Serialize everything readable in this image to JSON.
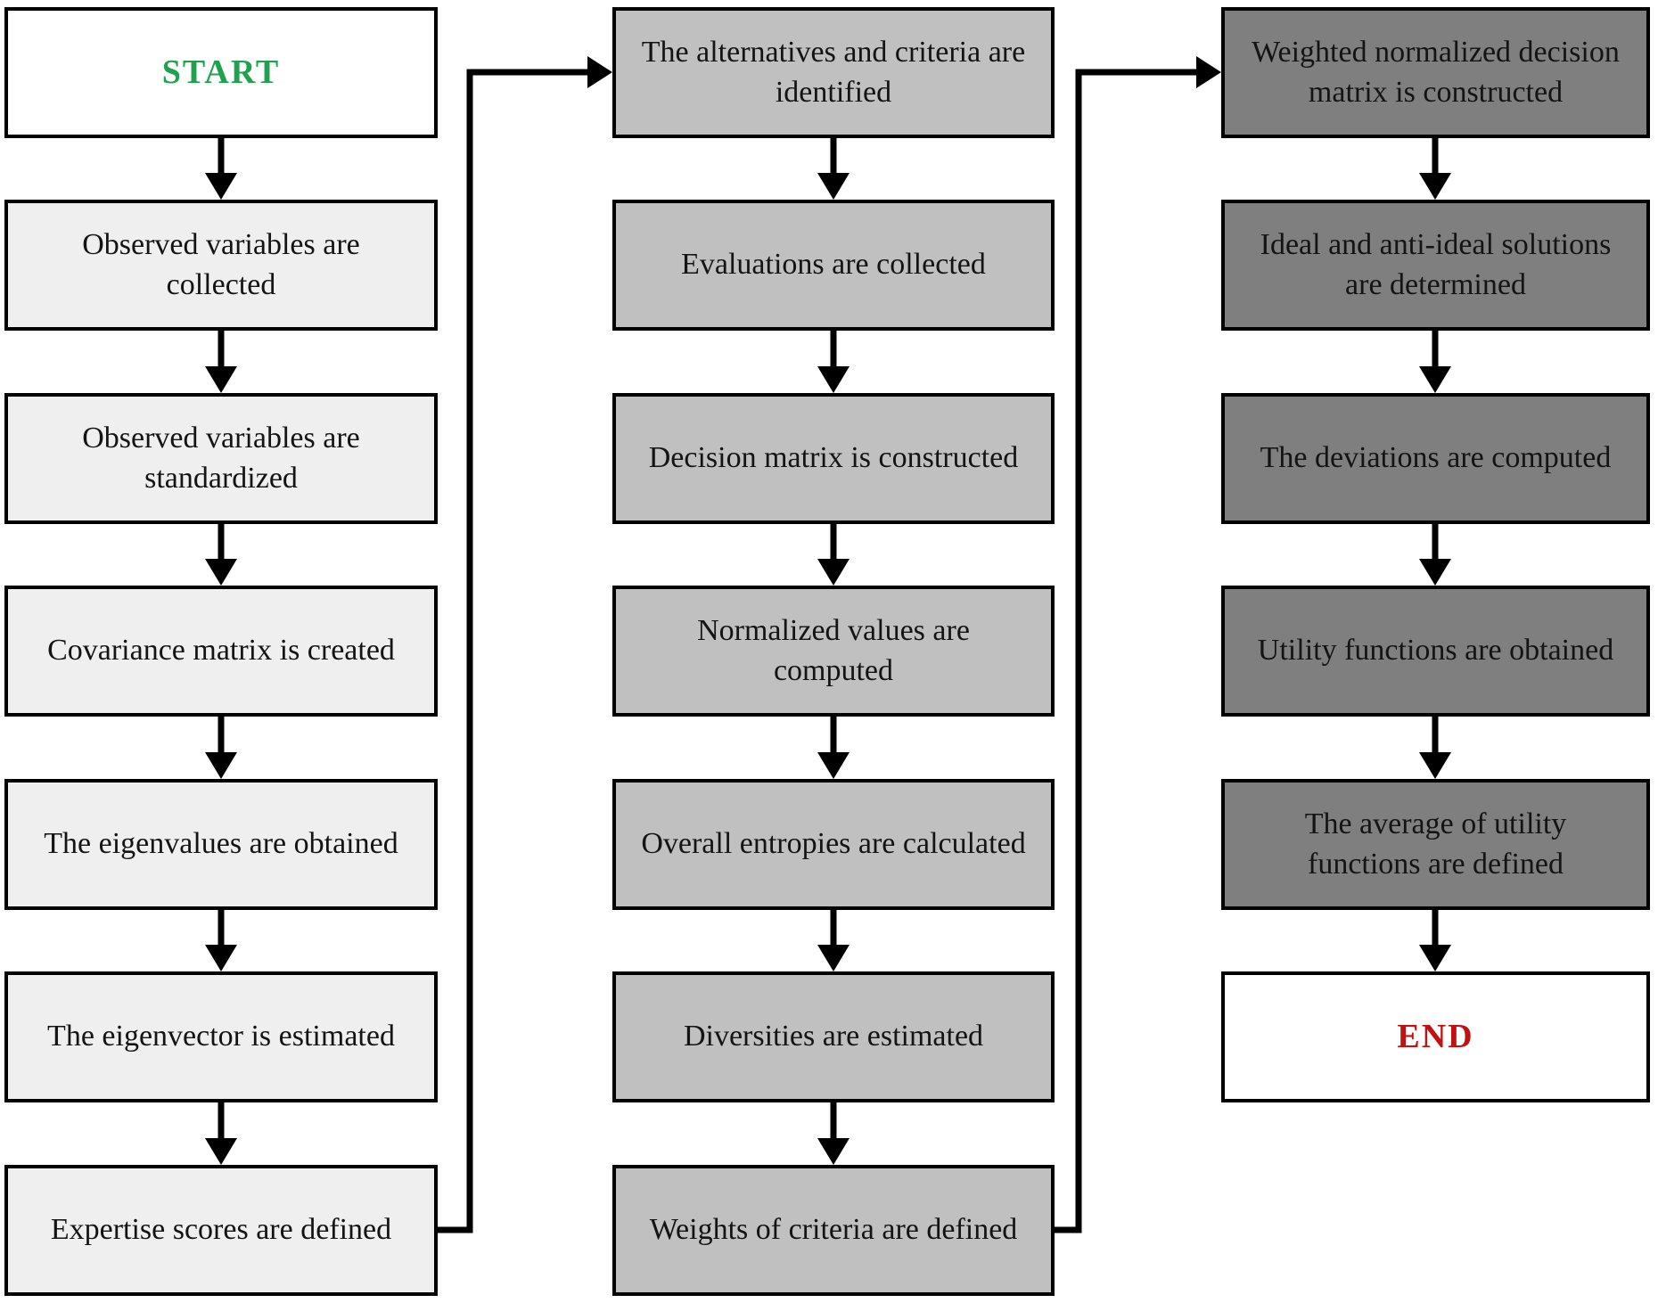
{
  "figure": {
    "type": "flowchart",
    "background": "#ffffff",
    "description": "Three-stage methodology flowchart from START to END"
  },
  "colors": {
    "column1_fill": "#f0eff0",
    "column2_fill": "#c1c0c1",
    "column3_fill": "#7f7f7f",
    "box_border": "#000000",
    "text": "#141414",
    "start_text": "#1fa24e",
    "end_text": "#c01212",
    "connector": "#000000",
    "background": "#ffffff"
  },
  "columns": [
    {
      "name": "stage-1",
      "boxes": [
        {
          "label": "START",
          "kind": "terminal-start"
        },
        {
          "label": "Observed variables are collected"
        },
        {
          "label": "Observed variables are standardized"
        },
        {
          "label": "Covariance matrix is created"
        },
        {
          "label": "The eigenvalues are obtained"
        },
        {
          "label": "The eigenvector is estimated"
        },
        {
          "label": "Expertise scores are defined"
        }
      ]
    },
    {
      "name": "stage-2",
      "boxes": [
        {
          "label": "The alternatives and criteria are identified"
        },
        {
          "label": "Evaluations are collected"
        },
        {
          "label": "Decision matrix is constructed"
        },
        {
          "label": "Normalized values are computed"
        },
        {
          "label": "Overall entropies are calculated"
        },
        {
          "label": "Diversities are estimated"
        },
        {
          "label": "Weights of criteria are defined"
        }
      ]
    },
    {
      "name": "stage-3",
      "boxes": [
        {
          "label": "Weighted normalized decision matrix is constructed"
        },
        {
          "label": "Ideal and anti-ideal solutions are determined"
        },
        {
          "label": "The deviations are computed"
        },
        {
          "label": "Utility functions are obtained"
        },
        {
          "label": "The average of utility functions are defined"
        },
        {
          "label": "END",
          "kind": "terminal-end"
        }
      ]
    }
  ],
  "connections": {
    "within_columns": "each box flows downward to the next box in its column",
    "cross_column": [
      {
        "from": "Expertise scores are defined",
        "to": "The alternatives and criteria are identified"
      },
      {
        "from": "Weights of criteria are defined",
        "to": "Weighted normalized decision matrix is constructed"
      }
    ]
  }
}
